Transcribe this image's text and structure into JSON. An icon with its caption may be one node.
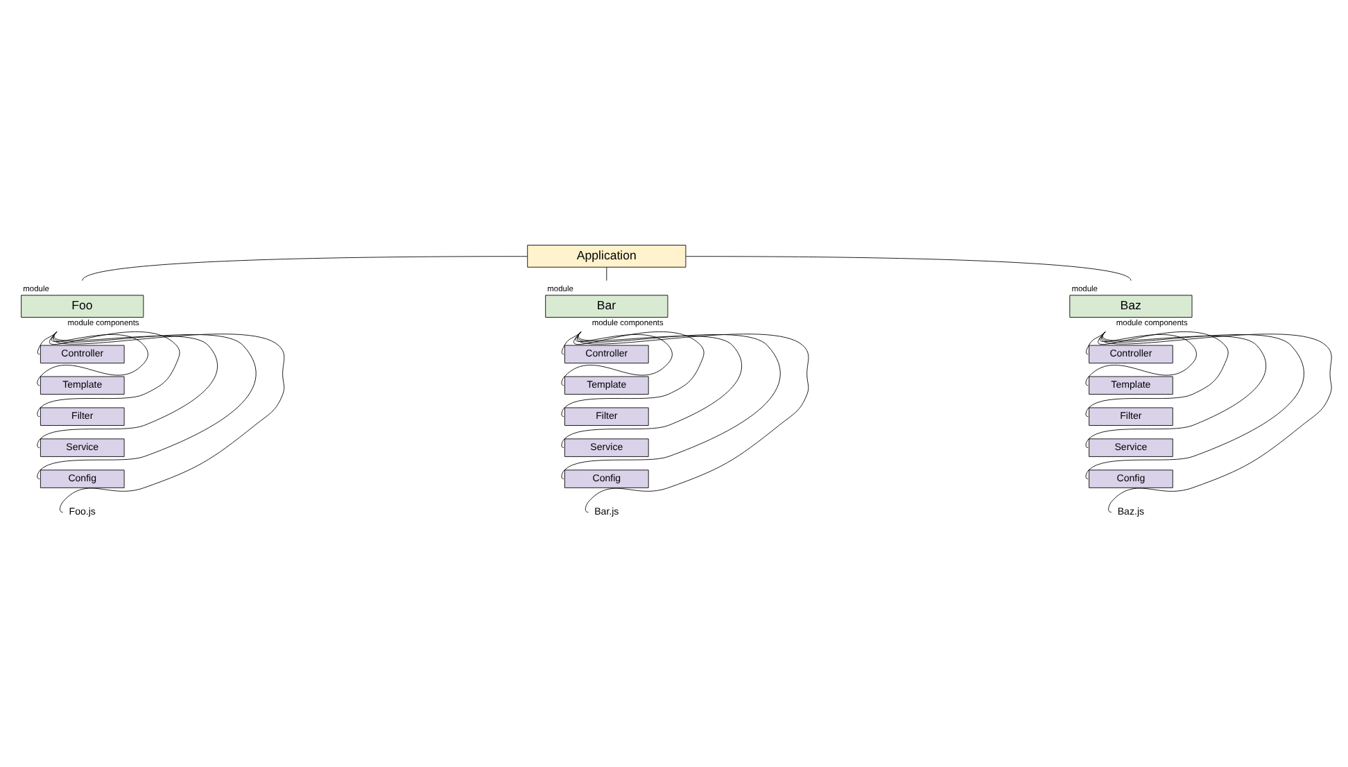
{
  "diagram": {
    "nodes": [
      {
        "text": [
          "Application"
        ]
      },
      {
        "text": [
          "Foo"
        ],
        "beside": [
          "module",
          "module components"
        ]
      },
      {
        "text": [
          "Controller"
        ]
      },
      {
        "text": [
          "Template"
        ]
      },
      {
        "text": [
          "Filter"
        ]
      },
      {
        "text": [
          "Service"
        ]
      },
      {
        "text": [
          "Config"
        ]
      },
      {
        "text": [
          "Foo.js"
        ]
      },
      {
        "text": [
          "Bar"
        ],
        "beside": [
          "module",
          "module components"
        ]
      },
      {
        "text": [
          "Controller"
        ]
      },
      {
        "text": [
          "Template"
        ]
      },
      {
        "text": [
          "Filter"
        ]
      },
      {
        "text": [
          "Service"
        ]
      },
      {
        "text": [
          "Config"
        ]
      },
      {
        "text": [
          "Bar.js"
        ]
      },
      {
        "text": [
          "Baz"
        ],
        "beside": [
          "module",
          "module components"
        ]
      },
      {
        "text": [
          "Controller"
        ]
      },
      {
        "text": [
          "Template"
        ]
      },
      {
        "text": [
          "Filter"
        ]
      },
      {
        "text": [
          "Service"
        ]
      },
      {
        "text": [
          "Config"
        ]
      },
      {
        "text": [
          "Baz.js"
        ]
      }
    ],
    "edges": [
      {
        "from": 0,
        "to": 1,
        "arrow": "none"
      },
      {
        "from": 0,
        "to": 8,
        "arrow": "none"
      },
      {
        "from": 0,
        "to": 15,
        "arrow": "none"
      },
      {
        "from": 1,
        "to": 2,
        "arrow": "none"
      },
      {
        "from": 1,
        "to": 3,
        "arrow": "none"
      },
      {
        "from": 1,
        "to": 4,
        "arrow": "none"
      },
      {
        "from": 1,
        "to": 5,
        "arrow": "none"
      },
      {
        "from": 1,
        "to": 6,
        "arrow": "none"
      },
      {
        "from": 1,
        "to": 7,
        "arrow": "none"
      },
      {
        "from": 8,
        "to": 9,
        "arrow": "none"
      },
      {
        "from": 8,
        "to": 10,
        "arrow": "none"
      },
      {
        "from": 8,
        "to": 11,
        "arrow": "none"
      },
      {
        "from": 8,
        "to": 12,
        "arrow": "none"
      },
      {
        "from": 8,
        "to": 13,
        "arrow": "none"
      },
      {
        "from": 8,
        "to": 14,
        "arrow": "none"
      },
      {
        "from": 15,
        "to": 16,
        "arrow": "none"
      },
      {
        "from": 15,
        "to": 17,
        "arrow": "none"
      },
      {
        "from": 15,
        "to": 18,
        "arrow": "none"
      },
      {
        "from": 15,
        "to": 19,
        "arrow": "none"
      },
      {
        "from": 15,
        "to": 20,
        "arrow": "none"
      },
      {
        "from": 15,
        "to": 21,
        "arrow": "none"
      }
    ]
  }
}
